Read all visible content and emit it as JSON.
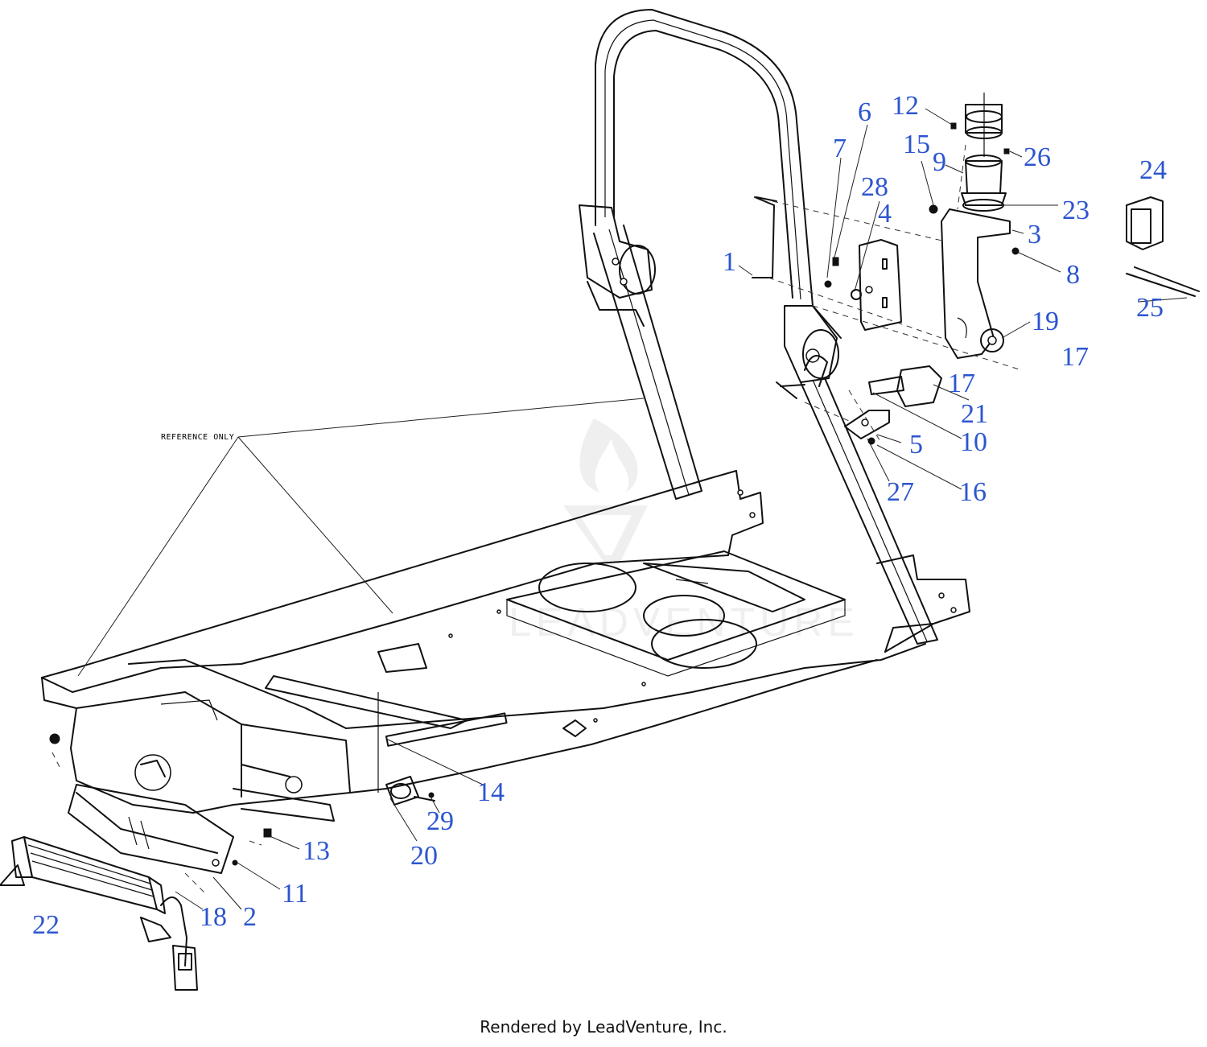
{
  "diagram": {
    "reference_label": "REFERENCE ONLY",
    "footer": "Rendered by LeadVenture, Inc.",
    "watermark": "LEADVENTURE",
    "colors": {
      "part_number": "#2c55cf",
      "line_art": "#111111",
      "background": "#ffffff"
    },
    "callouts": [
      {
        "id": "c1",
        "text": "1"
      },
      {
        "id": "c2",
        "text": "2"
      },
      {
        "id": "c3",
        "text": "3"
      },
      {
        "id": "c4",
        "text": "4"
      },
      {
        "id": "c5",
        "text": "5"
      },
      {
        "id": "c6",
        "text": "6"
      },
      {
        "id": "c7",
        "text": "7"
      },
      {
        "id": "c8",
        "text": "8"
      },
      {
        "id": "c9",
        "text": "9"
      },
      {
        "id": "c10",
        "text": "10"
      },
      {
        "id": "c11",
        "text": "11"
      },
      {
        "id": "c12",
        "text": "12"
      },
      {
        "id": "c13",
        "text": "13"
      },
      {
        "id": "c14",
        "text": "14"
      },
      {
        "id": "c15",
        "text": "15"
      },
      {
        "id": "c16",
        "text": "16"
      },
      {
        "id": "c17a",
        "text": "17"
      },
      {
        "id": "c17b",
        "text": "17"
      },
      {
        "id": "c18",
        "text": "18"
      },
      {
        "id": "c19",
        "text": "19"
      },
      {
        "id": "c20",
        "text": "20"
      },
      {
        "id": "c21",
        "text": "21"
      },
      {
        "id": "c22",
        "text": "22"
      },
      {
        "id": "c23",
        "text": "23"
      },
      {
        "id": "c24",
        "text": "24"
      },
      {
        "id": "c25",
        "text": "25"
      },
      {
        "id": "c26",
        "text": "26"
      },
      {
        "id": "c27",
        "text": "27"
      },
      {
        "id": "c28",
        "text": "28"
      },
      {
        "id": "c29",
        "text": "29"
      }
    ]
  }
}
